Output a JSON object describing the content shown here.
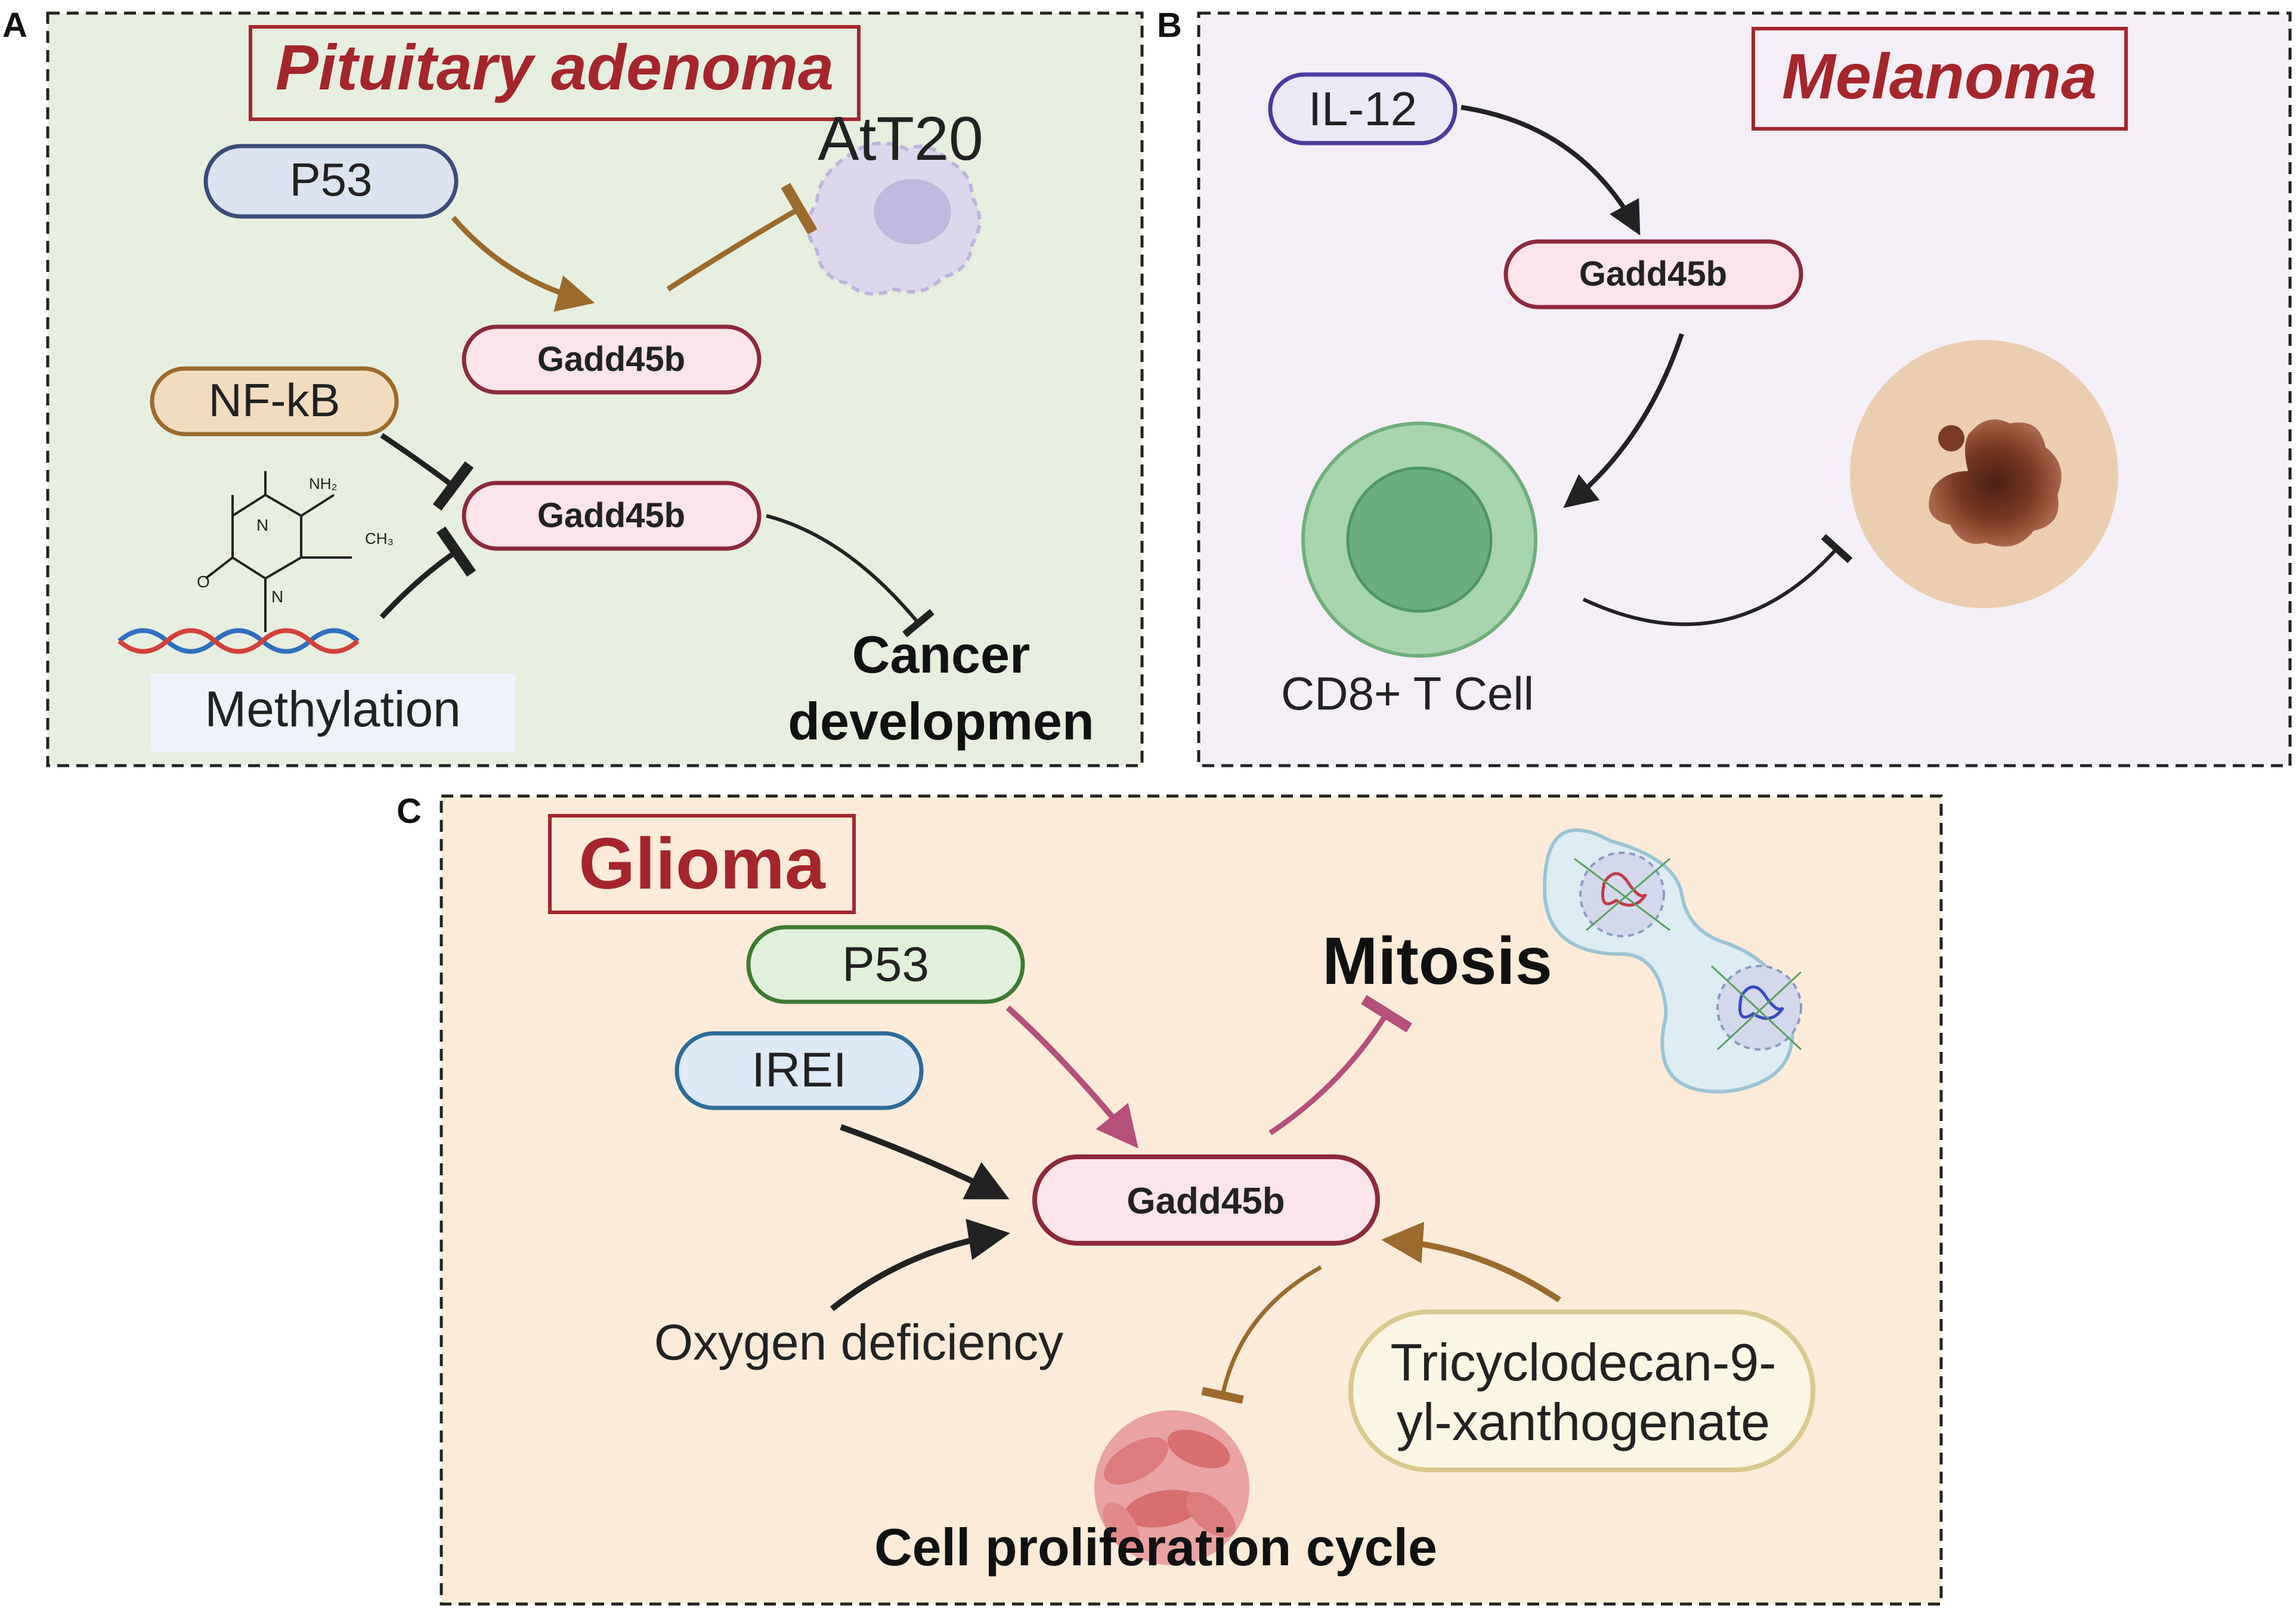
{
  "panels": {
    "a": {
      "letter": "A",
      "title": "Pituitary adenoma",
      "p53": "P53",
      "gadd1": "Gadd45b",
      "cell": "AtT20",
      "nfkb": "NF-kB",
      "gadd2": "Gadd45b",
      "methylation": "Methylation",
      "mol_nh2": "NH₂",
      "mol_ch3": "CH₃",
      "mol_n": "N",
      "mol_o": "O",
      "cancer_line1": "Cancer",
      "cancer_line2": "developmen"
    },
    "b": {
      "letter": "B",
      "title": "Melanoma",
      "il12": "IL-12",
      "gadd": "Gadd45b",
      "tcell": "CD8+ T Cell"
    },
    "c": {
      "letter": "C",
      "title": "Glioma",
      "p53": "P53",
      "irei": "IREI",
      "gadd": "Gadd45b",
      "mitosis": "Mitosis",
      "oxygen": "Oxygen deficiency",
      "tricyclo_line1": "Tricyclodecan-9-",
      "tricyclo_line2": "yl-xanthogenate",
      "prolif": "Cell proliferation cycle"
    }
  },
  "colors": {
    "panel_a_bg": "#e6eedf",
    "panel_b_bg": "#f4eef6",
    "panel_c_bg": "#fcebd9",
    "title_red": "#a4262c",
    "gadd_fill": "#fbe4ea",
    "gadd_stroke": "#8b2a3c",
    "brown_arrow": "#9b6a2d",
    "pink_arrow": "#b5507a",
    "dark_arrow": "#222222"
  }
}
